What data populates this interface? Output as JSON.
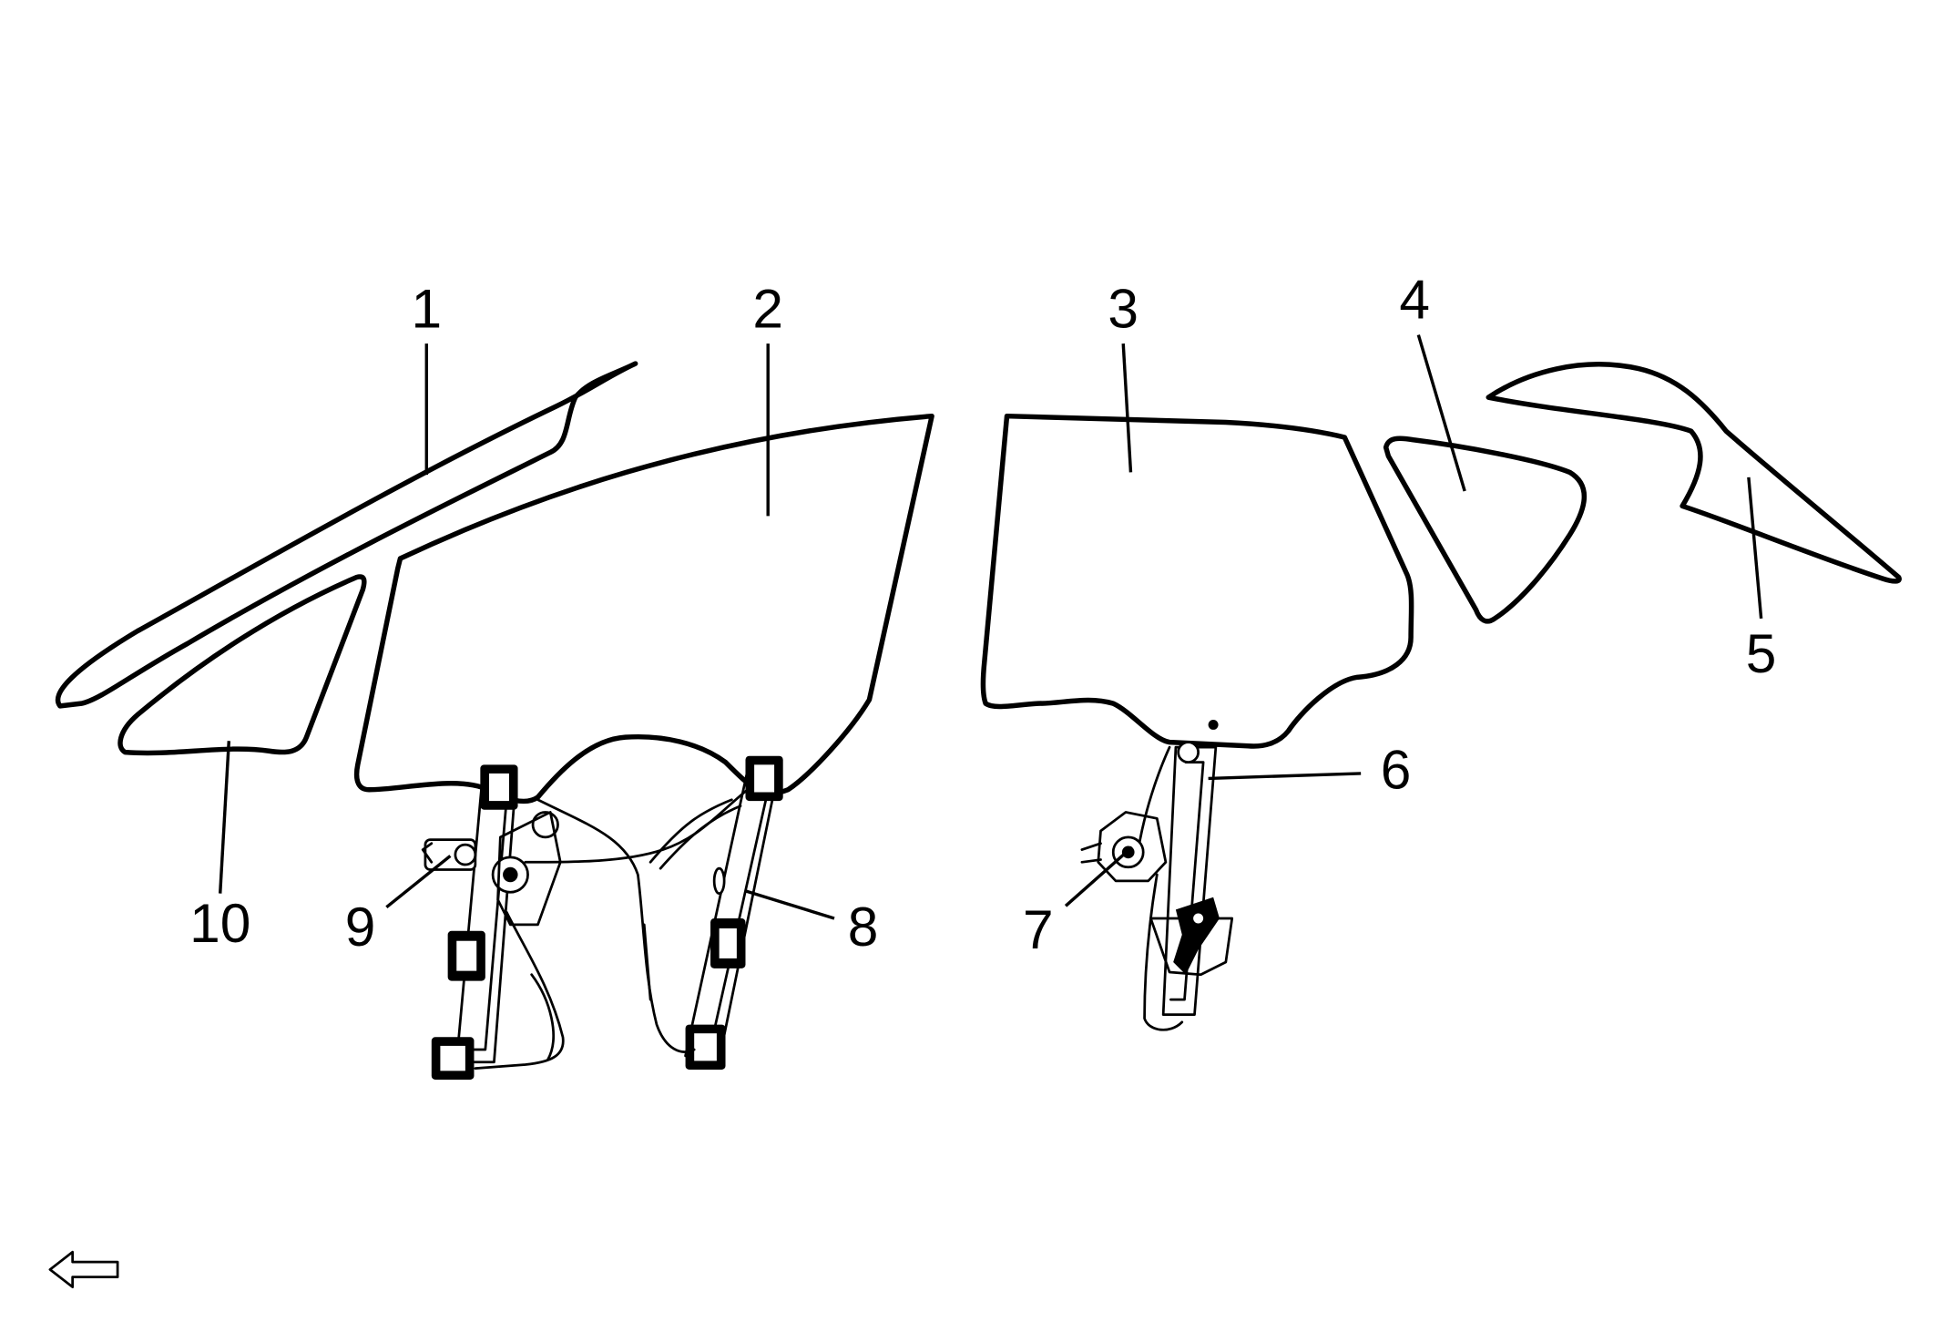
{
  "callouts": {
    "c1": "1",
    "c2": "2",
    "c3": "3",
    "c4": "4",
    "c5": "5",
    "c6": "6",
    "c7": "7",
    "c8": "8",
    "c9": "9",
    "c10": "10"
  },
  "icons": {
    "orientation_arrow": "left-arrow-icon"
  },
  "colors": {
    "line": "#000000",
    "background": "#ffffff"
  }
}
